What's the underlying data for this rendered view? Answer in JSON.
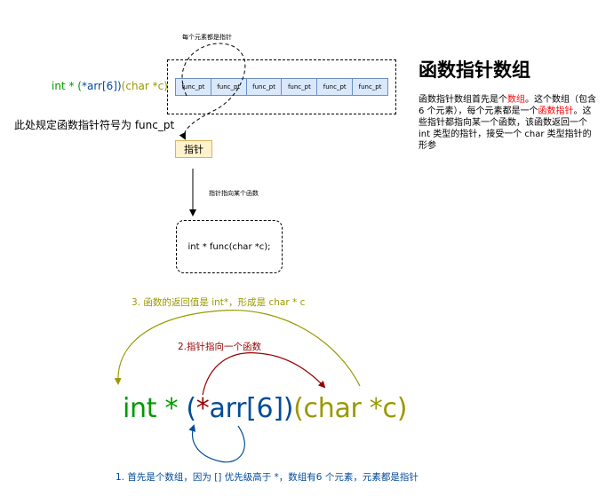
{
  "declaration_small": {
    "part_int": "int * (",
    "part_arr": "*arr[6]",
    "part_close": ")",
    "part_args": "(char *c)"
  },
  "note_left": "此处规定函数指针符号为 func_pt",
  "array_cells": [
    "func_pt",
    "func_pt",
    "func_pt",
    "func_pt",
    "func_pt",
    "func_pt"
  ],
  "label_each_element": "每个元素都是指针",
  "pointer_box_label": "指针",
  "label_pointer_to_func": "指针指向某个函数",
  "function_box": "int * func(char *c);",
  "title": "函数指针数组",
  "description": {
    "t1": "函数指针数组首先是个",
    "h1": "数组",
    "t2": "。这个数组（包含 6 个元素），每个元素都是一个",
    "h2": "函数指针",
    "t3": "。这些指针都指向某一个函数，该函数返回一个 int 类型的指针，接受一个 char 类型指针的形参"
  },
  "step3": "3. 函数的返回值是 int*，形成是 char * c",
  "step2": "2.指针指向一个函数",
  "step1": "1. 首先是个数组，因为 [] 优先级高于 *，数组有6 个元素，元素都是指针",
  "big_declaration": {
    "p_int": "int * ",
    "p_open": "(",
    "p_star": "*",
    "p_arr": "arr[6]",
    "p_close": ")",
    "p_args": "(char *c)"
  },
  "colors": {
    "green": "#009900",
    "blue": "#004c99",
    "olive": "#999900",
    "dark_red": "#990000",
    "red": "#ff0000",
    "cell_fill": "#dae8fc",
    "cell_border": "#6c8ebf",
    "pointer_fill": "#fff2cc",
    "pointer_border": "#d6b656"
  }
}
